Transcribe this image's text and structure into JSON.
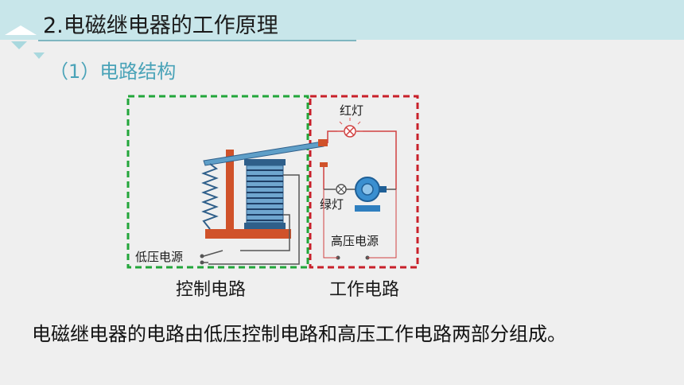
{
  "slide": {
    "title": "2.电磁继电器的工作原理",
    "subtitle": "（1）电路结构",
    "summary": "电磁继电器的电路由低压控制电路和高压工作电路两部分组成。"
  },
  "diagram": {
    "labels": {
      "red_lamp": "红灯",
      "green_lamp": "绿灯",
      "low_voltage_source": "低压电源",
      "high_voltage_source": "高压电源"
    },
    "captions": {
      "control_circuit": "控制电路",
      "working_circuit": "工作电路"
    },
    "colors": {
      "control_box": "#22a63a",
      "working_box": "#c8202a",
      "wire": "#d04040",
      "coil": "#2f5f8a",
      "armature": "#d0522a"
    }
  }
}
